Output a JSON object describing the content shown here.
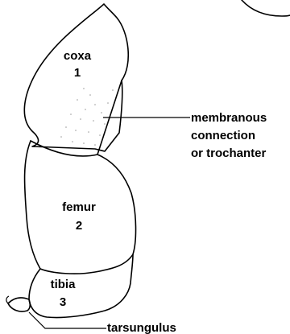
{
  "segments": {
    "coxa": {
      "name": "coxa",
      "number": "1"
    },
    "femur": {
      "name": "femur",
      "number": "2"
    },
    "tibia": {
      "name": "tibia",
      "number": "3"
    }
  },
  "callouts": {
    "membranous": [
      "membranous",
      "connection",
      "or trochanter"
    ],
    "tarsungulus": "tarsungulus"
  },
  "colors": {
    "ink": "#000000",
    "background": "#ffffff",
    "stipple": "#9a9a9a"
  }
}
